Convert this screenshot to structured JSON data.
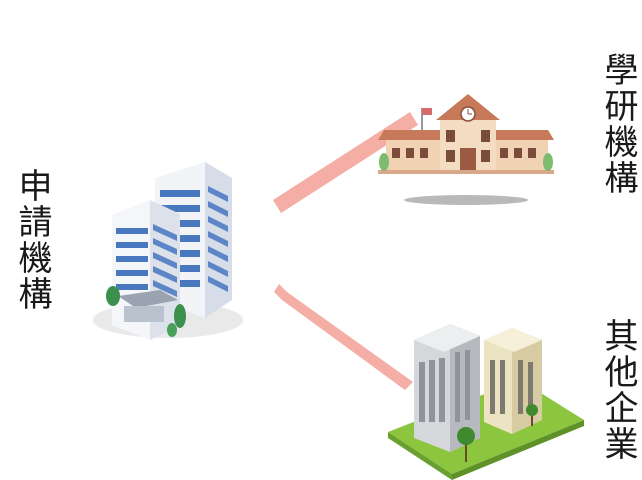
{
  "labels": {
    "applicant": "申請機構",
    "research": "學研機構",
    "other": "其他企業"
  },
  "connector_color": "#f2a8a0"
}
